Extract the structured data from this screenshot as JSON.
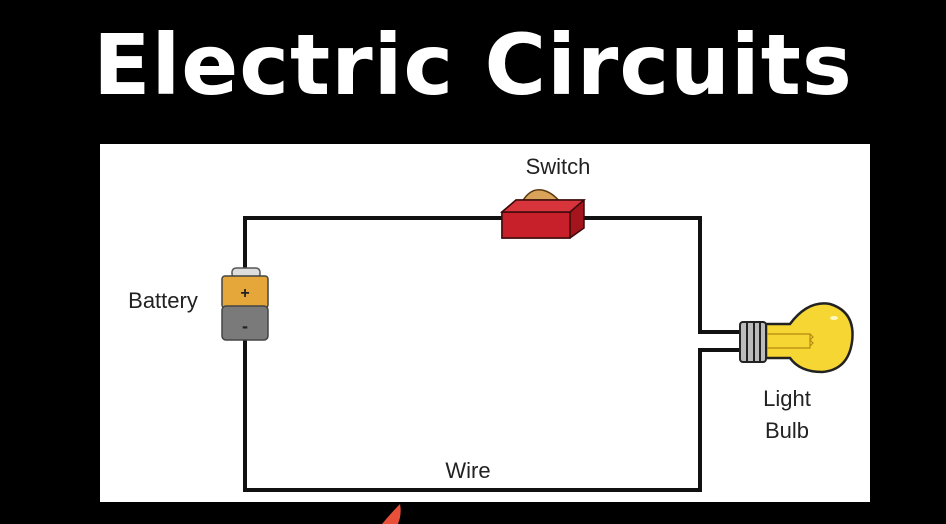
{
  "title": "Electric Circuits",
  "diagram": {
    "labels": {
      "switch": "Switch",
      "battery": "Battery",
      "light_bulb_line1": "Light",
      "light_bulb_line2": "Bulb",
      "wire": "Wire"
    },
    "battery_symbols": {
      "positive": "+",
      "negative": "-"
    },
    "colors": {
      "background": "#000000",
      "panel": "#ffffff",
      "wire": "#111111",
      "switch_body": "#c8202a",
      "switch_toggle": "#d9a35a",
      "battery_top": "#e5a63a",
      "battery_bottom": "#7a7a7a",
      "bulb_glass": "#f5d633",
      "accent_shape": "#e8503a"
    }
  }
}
